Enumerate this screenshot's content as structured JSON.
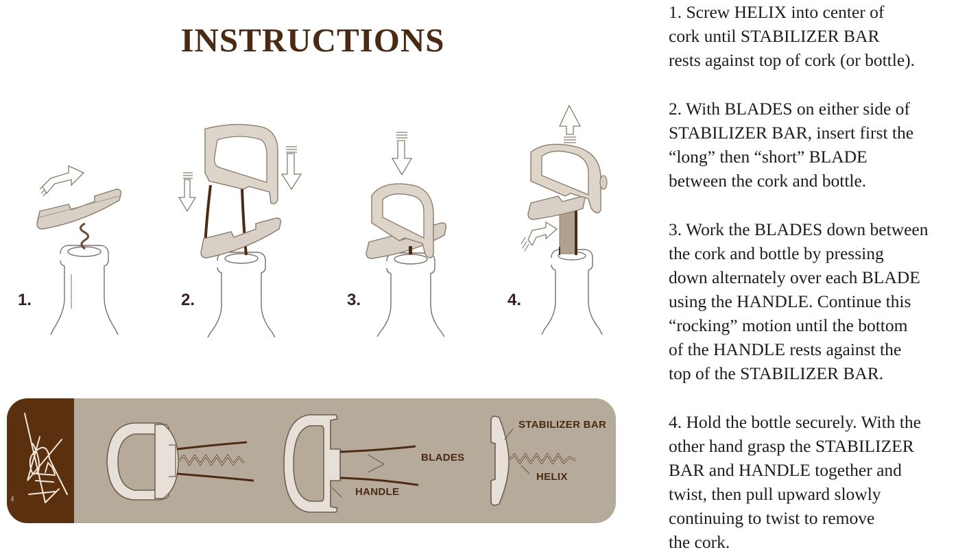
{
  "page": {
    "title": "INSTRUCTIONS"
  },
  "colors": {
    "title": "#4a2a12",
    "body_text": "#1c1c1c",
    "step_number": "#3a1d2c",
    "banner_bg": "#b6aa9b",
    "banner_logo_bg": "#5a300e",
    "part_fill": "#e6e0d8",
    "part_outline": "#8a7a6a",
    "blade": "#4e2a12"
  },
  "illustrations": [
    {
      "number": "1.",
      "description": "Stabilizer bar with helix screwed into cork of bottle; twist arrow"
    },
    {
      "number": "2.",
      "description": "Handle with blades inserted on either side of stabilizer bar; two down arrows"
    },
    {
      "number": "3.",
      "description": "Handle pressed down over stabilizer bar; down arrow"
    },
    {
      "number": "4.",
      "description": "Handle and stabilizer bar pulled upward with cork; up arrow and twist arrow"
    }
  ],
  "parts_diagram": {
    "labels": {
      "blades": "BLADES",
      "handle": "HANDLE",
      "stabilizer_bar": "STABILIZER BAR",
      "helix": "HELIX"
    }
  },
  "steps": [
    {
      "text": "1. Screw HELIX into center of\ncork until STABILIZER BAR\nrests against top of cork (or bottle)."
    },
    {
      "text": "2. With BLADES on either side of\nSTABILIZER BAR, insert first the\n“long” then “short” BLADE\nbetween the cork and bottle."
    },
    {
      "text": "3. Work the BLADES down between\nthe cork and bottle by pressing\ndown alternately over each BLADE\nusing the HANDLE. Continue this\n“rocking” motion until the bottom\nof the HANDLE rests against the\ntop of the STABILIZER BAR."
    },
    {
      "text": "4. Hold the bottle securely. With the\nother hand grasp the STABILIZER\nBAR and HANDLE together and\ntwist, then pull upward slowly\ncontinuing to twist to remove\nthe cork."
    }
  ]
}
